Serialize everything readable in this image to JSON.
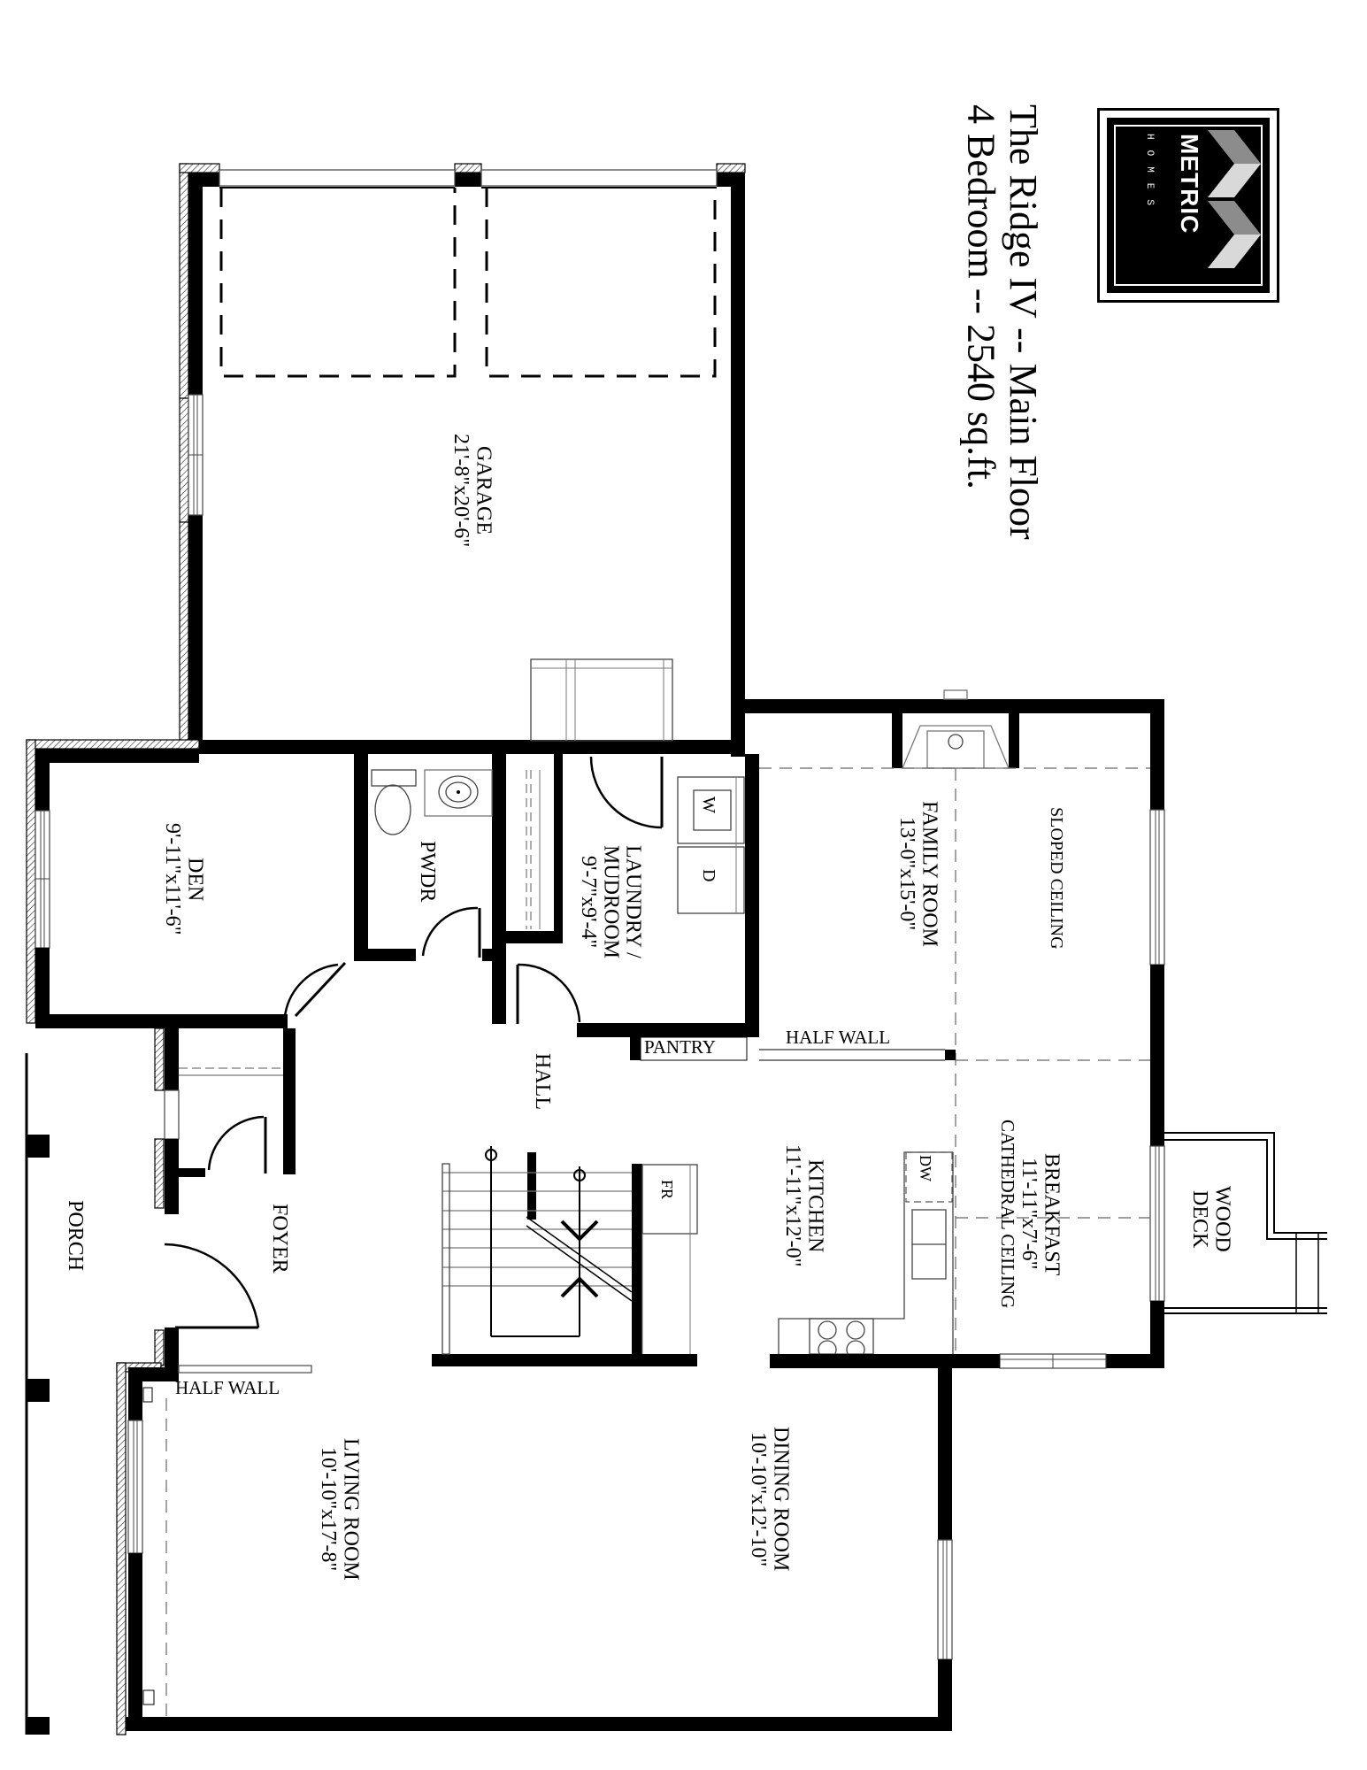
{
  "title": {
    "line1": "The Ridge IV -- Main Floor",
    "line2": "4 Bedroom -- 2540 sq.ft."
  },
  "logo": {
    "brand": "METRIC",
    "sub": "HOMES",
    "colors": {
      "background": "#000000",
      "chevron_dark": "#8c8c8c",
      "chevron_light": "#d9d9d9",
      "text": "#ffffff"
    }
  },
  "rooms": {
    "garage": {
      "name": "GARAGE",
      "dims": "21'-8\"x20'-6\""
    },
    "family_room": {
      "name": "FAMILY ROOM",
      "dims": "13'-0\"x15'-0\""
    },
    "sloped_ceiling": {
      "note": "SLOPED CEILING"
    },
    "den": {
      "name": "DEN",
      "dims": "9'-11\"x11'-6\""
    },
    "pwdr": {
      "name": "PWDR"
    },
    "laundry": {
      "name_line1": "LAUNDRY /",
      "name_line2": "MUDROOM",
      "dims": "9'-7\"x9'-4\""
    },
    "pantry": {
      "name": "PANTRY"
    },
    "half_wall_family": {
      "name": "HALF WALL"
    },
    "hall": {
      "name": "HALL"
    },
    "breakfast": {
      "name": "BREAKFAST",
      "dims": "11'-11\"x7'-6\"",
      "note": "CATHEDRAL CEILING"
    },
    "wood_deck": {
      "name_line1": "WOOD",
      "name_line2": "DECK"
    },
    "kitchen": {
      "name": "KITCHEN",
      "dims": "11'-11\"x12'-0\""
    },
    "porch": {
      "name": "PORCH"
    },
    "foyer": {
      "name": "FOYER"
    },
    "half_wall_living": {
      "name": "HALF WALL"
    },
    "living_room": {
      "name": "LIVING ROOM",
      "dims": "10'-10\"x17'-8\""
    },
    "dining_room": {
      "name": "DINING ROOM",
      "dims": "10'-10\"x12'-10\""
    }
  },
  "fixtures": {
    "washer": "W",
    "dryer": "D",
    "dishwasher": "DW",
    "fridge": "FR"
  }
}
